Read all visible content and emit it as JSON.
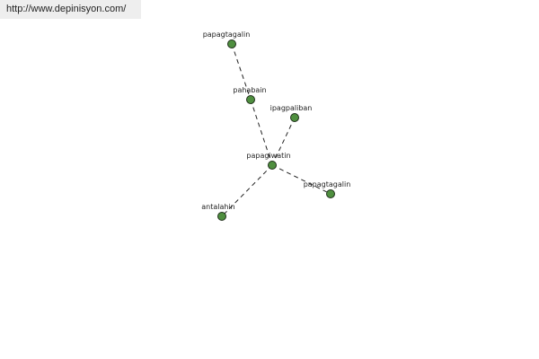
{
  "watermark": {
    "url": "http://www.depinisyon.com/"
  },
  "diagram": {
    "node_color": "#4f8f3f",
    "node_stroke": "#1f2f1a",
    "edge_color": "#222222",
    "nodes": [
      {
        "id": "n0",
        "label": "papagtagalin"
      },
      {
        "id": "n1",
        "label": "pahabain"
      },
      {
        "id": "n2",
        "label": "ipagpaliban"
      },
      {
        "id": "n3",
        "label": "papagiwatin"
      },
      {
        "id": "n4",
        "label": "papagtagalin"
      },
      {
        "id": "n5",
        "label": "antalahin"
      }
    ],
    "edges": [
      {
        "from": "n0",
        "to": "n1"
      },
      {
        "from": "n1",
        "to": "n3"
      },
      {
        "from": "n2",
        "to": "n3"
      },
      {
        "from": "n3",
        "to": "n4"
      },
      {
        "from": "n3",
        "to": "n5"
      }
    ]
  }
}
